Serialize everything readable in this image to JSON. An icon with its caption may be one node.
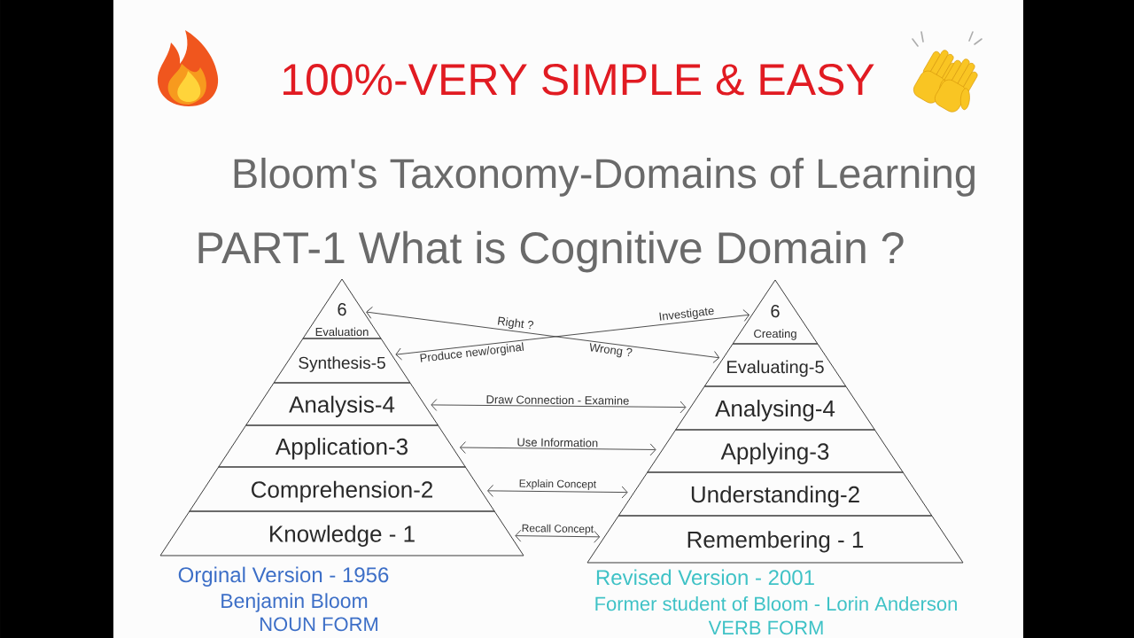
{
  "diagram": {
    "title": "Bloom's Taxonomy-Domains of Learning",
    "nodes": [
      {
        "text": [
          "6",
          "Evaluation"
        ]
      },
      {
        "text": [
          "Synthesis-5"
        ]
      },
      {
        "text": [
          "Analysis-4"
        ]
      },
      {
        "text": [
          "Application-3"
        ]
      },
      {
        "text": [
          "Comprehension-2"
        ]
      },
      {
        "text": [
          "Knowledge - 1"
        ]
      },
      {
        "text": [
          "6",
          "Creating"
        ]
      },
      {
        "text": [
          "Evaluating-5"
        ]
      },
      {
        "text": [
          "Analysing-4"
        ]
      },
      {
        "text": [
          "Applying-3"
        ]
      },
      {
        "text": [
          "Understanding-2"
        ]
      },
      {
        "text": [
          "Remembering - 1"
        ]
      }
    ],
    "edges": [
      {
        "from": 0,
        "to": 7,
        "arrow": "both",
        "label": "Right ?"
      },
      {
        "from": 1,
        "to": 6,
        "arrow": "both",
        "label": "Produce new/orginal"
      },
      {
        "from": 2,
        "to": 8,
        "arrow": "both",
        "label": "Draw Connection - Examine"
      },
      {
        "from": 3,
        "to": 9,
        "arrow": "both",
        "label": "Use Information"
      },
      {
        "from": 4,
        "to": 10,
        "arrow": "both",
        "label": "Explain Concept"
      },
      {
        "from": 5,
        "to": 11,
        "arrow": "both",
        "label": "Recall Concept"
      }
    ],
    "labels": [
      "100%-VERY SIMPLE & EASY",
      "PART-1 What is Cognitive Domain ?",
      "Investigate",
      "Wrong ?",
      "Orginal Version - 1956",
      "Benjamin Bloom",
      "NOUN FORM",
      "Revised Version - 2001",
      "Former student of Bloom - Lorin Anderson",
      "VERB FORM"
    ]
  }
}
